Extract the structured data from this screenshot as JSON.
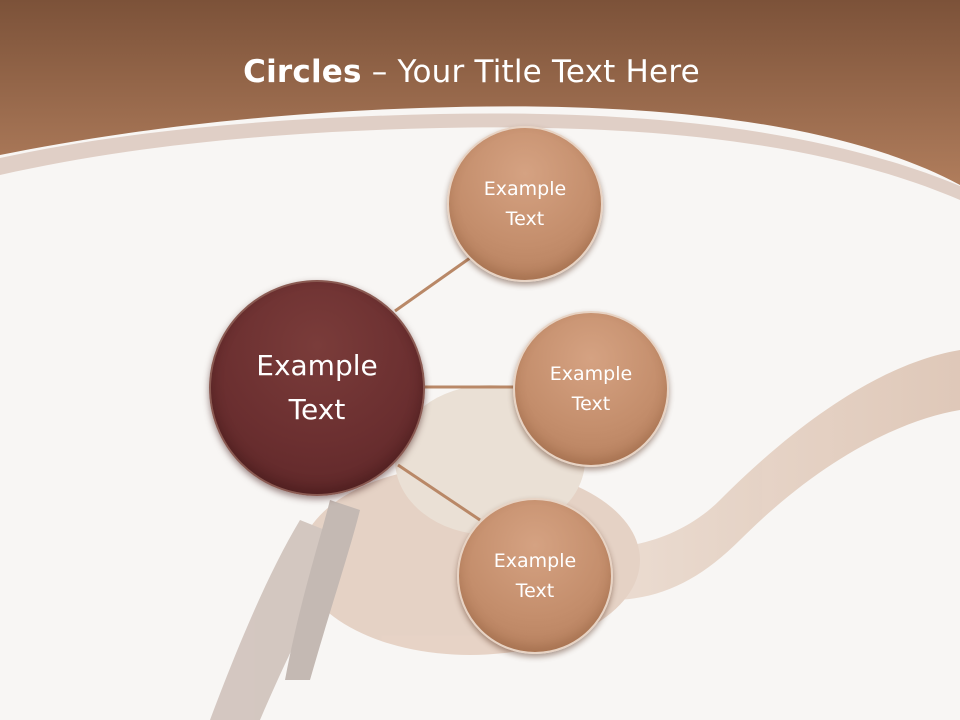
{
  "title": {
    "bold": "Circles",
    "rest": " – Your Title Text Here"
  },
  "diagram": {
    "center": {
      "line1": "Example",
      "line2": "Text"
    },
    "nodes": [
      {
        "line1": "Example",
        "line2": "Text"
      },
      {
        "line1": "Example",
        "line2": "Text"
      },
      {
        "line1": "Example",
        "line2": "Text"
      }
    ]
  },
  "colors": {
    "header": "#9a6547",
    "center_circle": "#6b2f30",
    "node_circle": "#c48e6c",
    "connector": "#b98867"
  }
}
